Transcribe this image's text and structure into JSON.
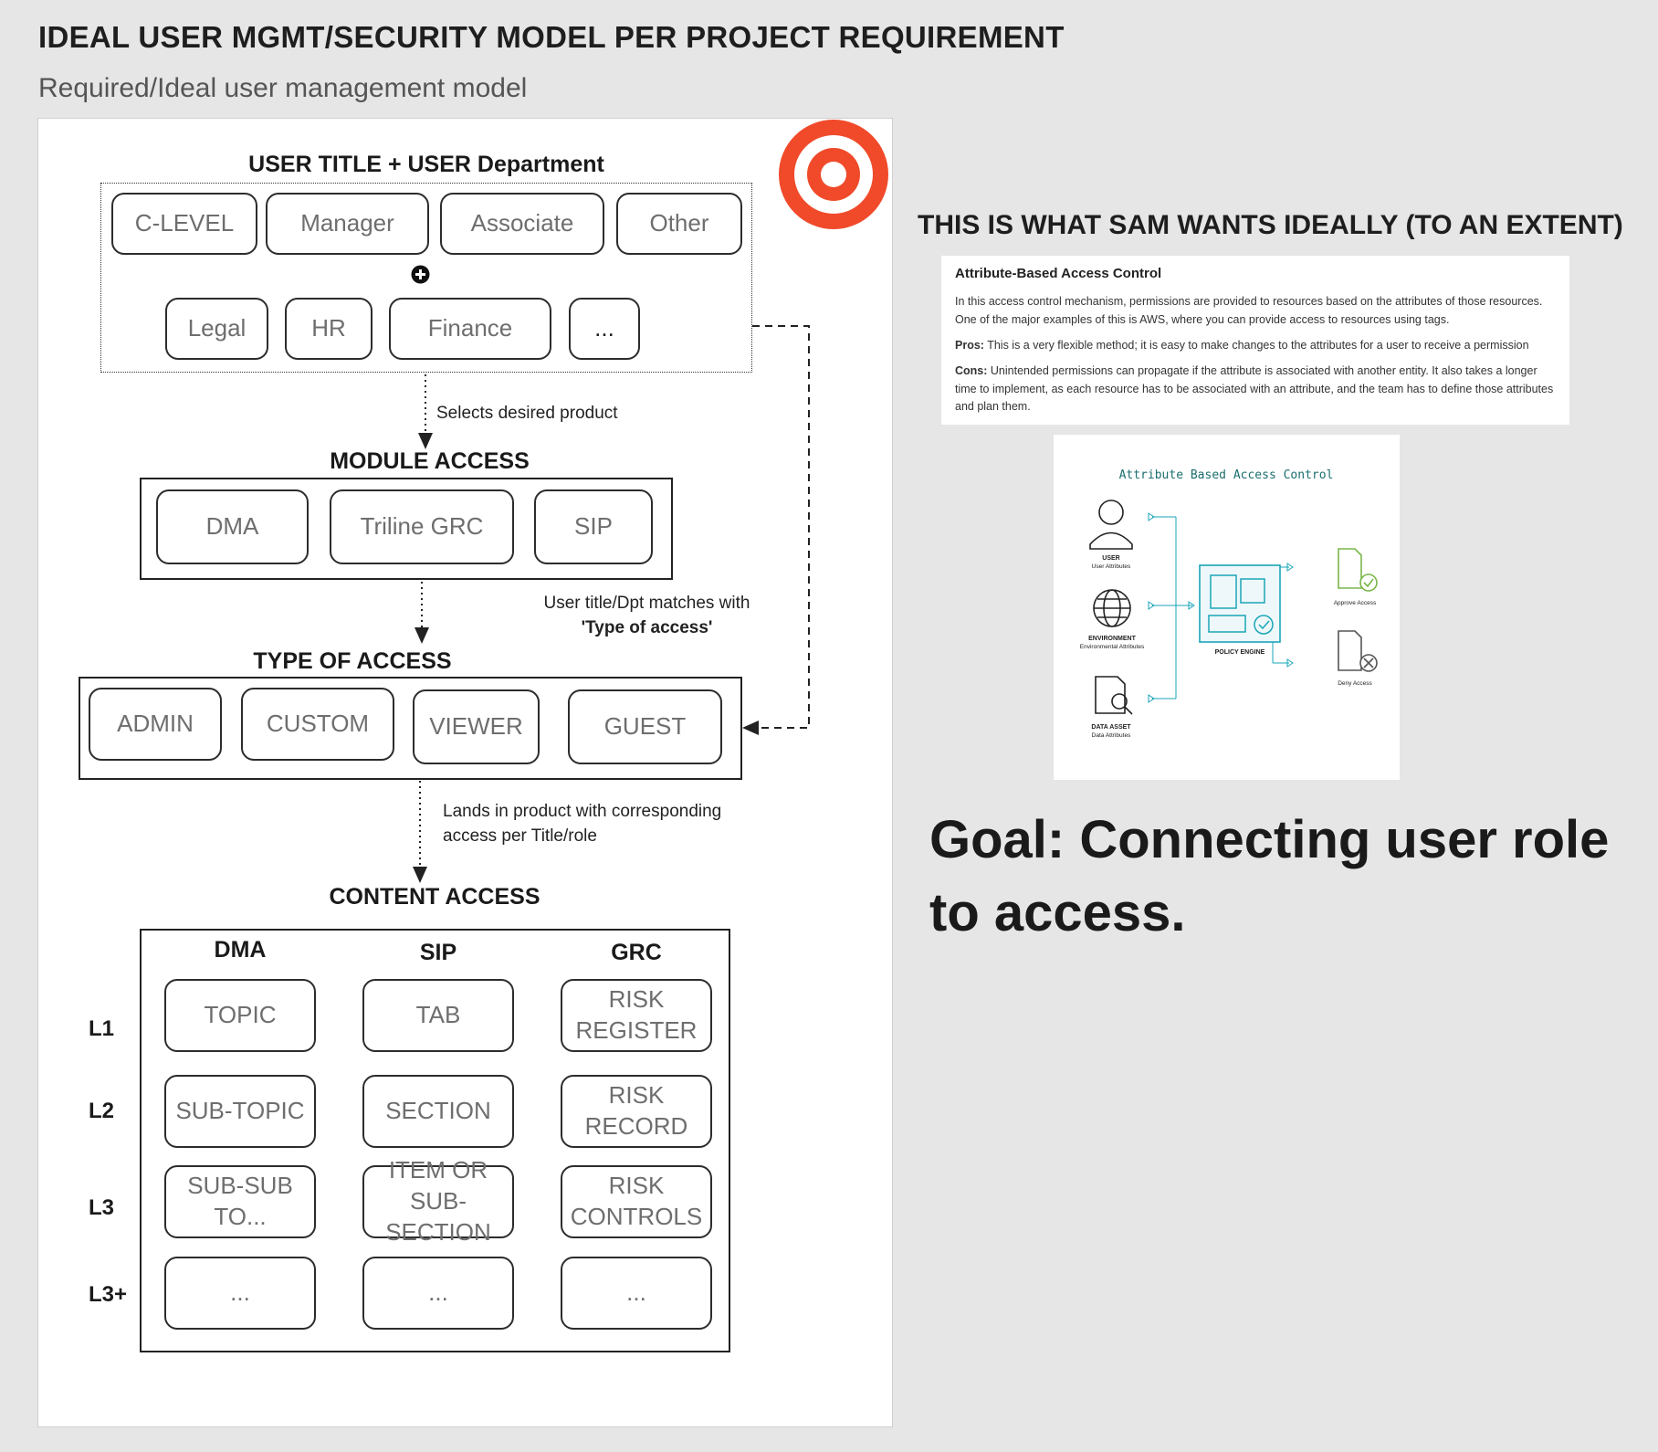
{
  "header": {
    "title": "IDEAL USER MGMT/SECURITY MODEL PER PROJECT REQUIREMENT",
    "subtitle": "Required/Ideal user management model"
  },
  "diagram": {
    "user_section": {
      "title": "USER TITLE + USER Department",
      "titles": [
        "C-LEVEL",
        "Manager",
        "Associate",
        "Other"
      ],
      "departments": [
        "Legal",
        "HR",
        "Finance",
        "..."
      ]
    },
    "note_select": "Selects desired product",
    "module_section": {
      "title": "MODULE ACCESS",
      "modules": [
        "DMA",
        "Triline GRC",
        "SIP"
      ]
    },
    "note_match": {
      "line1": "User title/Dpt matches with",
      "line2": "'Type of access'"
    },
    "type_section": {
      "title": "TYPE OF ACCESS",
      "types": [
        "ADMIN",
        "CUSTOM",
        "VIEWER",
        "GUEST"
      ]
    },
    "note_lands": {
      "line1": "Lands in product with corresponding",
      "line2": "access per Title/role"
    },
    "content_section": {
      "title": "CONTENT ACCESS",
      "columns": [
        "DMA",
        "SIP",
        "GRC"
      ],
      "levels": [
        "L1",
        "L2",
        "L3",
        "L3+"
      ],
      "cells": [
        [
          "TOPIC",
          "TAB",
          "RISK REGISTER"
        ],
        [
          "SUB-TOPIC",
          "SECTION",
          "RISK RECORD"
        ],
        [
          "SUB-SUB TO...",
          "ITEM OR SUB-SECTION",
          "RISK CONTROLS"
        ],
        [
          "...",
          "...",
          "..."
        ]
      ]
    }
  },
  "right": {
    "heading": "THIS IS WHAT SAM WANTS IDEALLY (TO AN EXTENT)",
    "abac_text": {
      "title": "Attribute-Based Access Control",
      "intro": "In this access control mechanism, permissions are provided to resources based on the attributes of those resources. One of the major examples of this is AWS, where you can provide access to resources using tags.",
      "pros_label": "Pros:",
      "pros": " This is a very flexible method; it is easy to make changes to the attributes for a user to receive a permission",
      "cons_label": "Cons:",
      "cons": " Unintended permissions can propagate if the attribute is associated with another entity. It also takes a longer time to implement, as each resource has to be associated with an attribute, and the team has to define those attributes and plan them."
    },
    "abac_diagram": {
      "title": "Attribute Based Access Control",
      "user_label": "USER",
      "user_sub": "User Attributes",
      "env_label": "ENVIRONMENT",
      "env_sub": "Environmental Attributes",
      "data_label": "DATA ASSET",
      "data_sub": "Data Attributes",
      "engine_label": "POLICY ENGINE",
      "approve": "Approve Access",
      "deny": "Deny Access"
    },
    "goal": "Goal: Connecting user role to access."
  },
  "colors": {
    "target": "#f04a2a",
    "teal": "#1aa6b7",
    "green": "#7ab648"
  }
}
